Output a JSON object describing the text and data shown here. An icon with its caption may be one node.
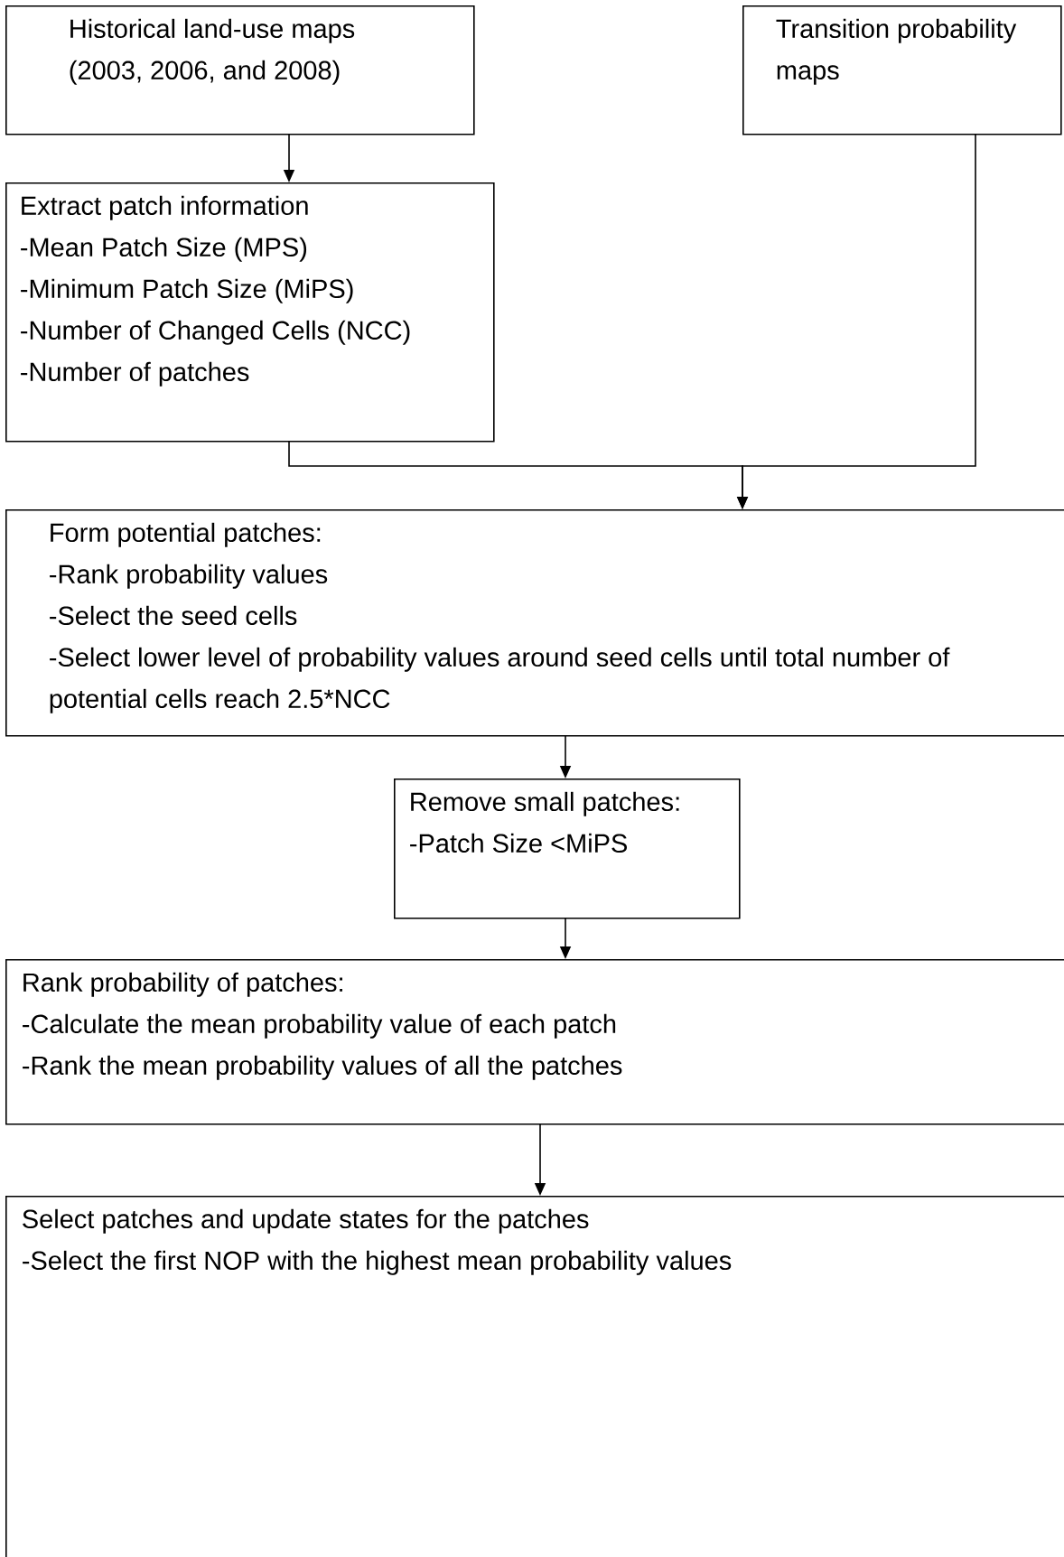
{
  "diagram": {
    "nodes": [
      {
        "text": [
          "Historical land-use maps (2003, 2006, and 2008)"
        ]
      },
      {
        "text": [
          "Transition probability maps"
        ]
      },
      {
        "text": [
          "Extract patch information",
          "-Mean Patch Size (MPS)",
          "-Minimum Patch Size (MiPS)",
          "-Number of Changed Cells (NCC)",
          "-Number of patches"
        ]
      },
      {
        "text": [
          "Form potential patches:",
          "-Rank probability values",
          "-Select the seed cells",
          "-Select lower level of probability values around seed cells until total number of potential cells reach 2.5*NCC"
        ]
      },
      {
        "text": [
          "Remove small patches:",
          "-Patch Size <MiPS"
        ]
      },
      {
        "text": [
          "Rank probability of patches:",
          "-Calculate the mean probability value of each patch",
          "-Rank the mean probability values of all the patches"
        ]
      },
      {
        "text": [
          "Select patches and update states for the patches",
          "-Select the first NOP with the highest mean probability values"
        ]
      }
    ],
    "edges": [
      {
        "from": 0,
        "to": 2,
        "arrow": "to"
      },
      {
        "from": 2,
        "to": 3,
        "arrow": "to"
      },
      {
        "from": 1,
        "to": 3,
        "arrow": "to"
      },
      {
        "from": 3,
        "to": 4,
        "arrow": "to"
      },
      {
        "from": 4,
        "to": 5,
        "arrow": "to"
      },
      {
        "from": 5,
        "to": 6,
        "arrow": "to"
      }
    ]
  }
}
